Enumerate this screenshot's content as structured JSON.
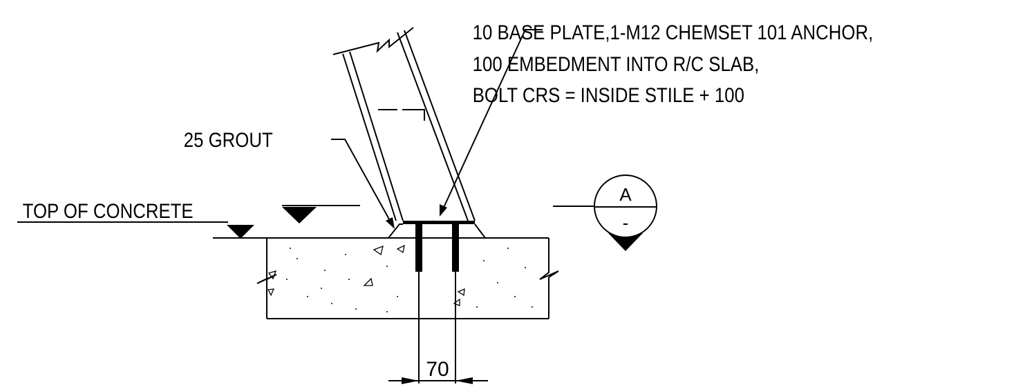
{
  "labels": {
    "note_line1": "10 BASE PLATE,1-M12 CHEMSET 101 ANCHOR,",
    "note_line2": "100 EMBEDMENT INTO R/C SLAB,",
    "note_line3": "BOLT CRS = INSIDE STILE + 100",
    "grout": "25 GROUT",
    "top_of_concrete": "TOP OF CONCRETE",
    "dimension": "70"
  },
  "section_marker": {
    "letter": "A",
    "sheet": "-"
  },
  "colors": {
    "line": "#000000",
    "background": "#ffffff"
  }
}
